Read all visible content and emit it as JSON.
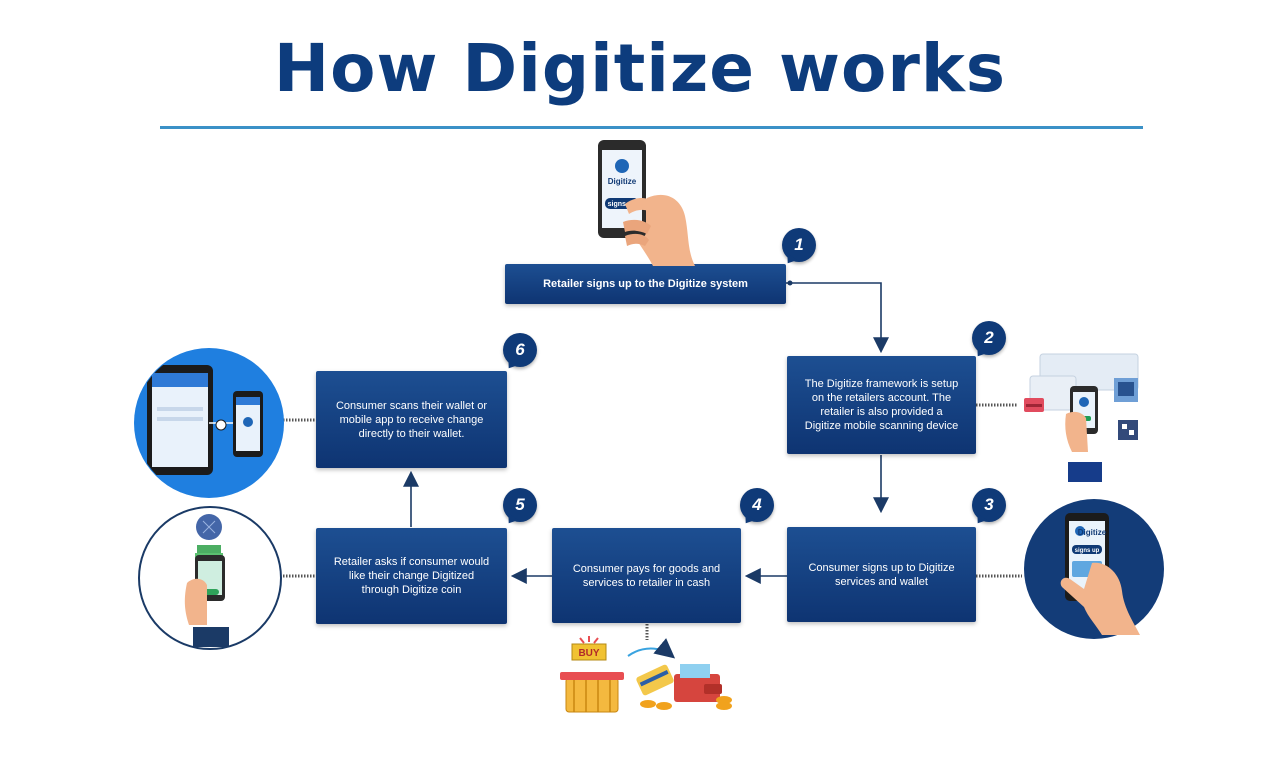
{
  "title": "How Digitize works",
  "steps": [
    {
      "number": "1",
      "text": "Retailer signs up to the Digitize system"
    },
    {
      "number": "2",
      "text": "The Digitize framework is  setup on the retailers account. The retailer is also provided a Digitize mobile scanning device"
    },
    {
      "number": "3",
      "text": "Consumer signs up to Digitize services and wallet"
    },
    {
      "number": "4",
      "text": "Consumer pays for goods and services to retailer in cash"
    },
    {
      "number": "5",
      "text": "Retailer asks if consumer would like their change Digitized through Digitize coin"
    },
    {
      "number": "6",
      "text": "Consumer scans their wallet or mobile app to receive change directly to their wallet."
    }
  ],
  "illustrations": {
    "phone_logo": "Digitize",
    "phone_button": "signs up",
    "buy_sign": "BUY",
    "phone3_logo": "Digitize",
    "phone3_button": "signs up"
  },
  "colors": {
    "title": "#0d3c7d",
    "box": "#123e7c",
    "rule": "#3b91c7",
    "arrow": "#1b3a66"
  }
}
